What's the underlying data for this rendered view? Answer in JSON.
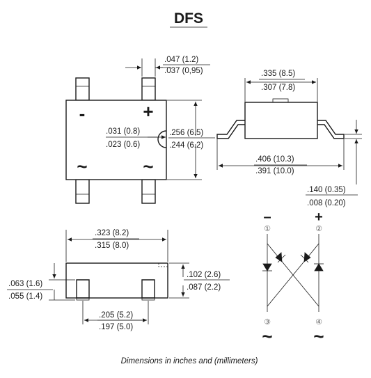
{
  "title": "DFS",
  "caption": "Dimensions in inches and (millimeters)",
  "top_view": {
    "pin_width_max": ".047 (1.2)",
    "pin_width_min": ".037 (0,95)",
    "slot_max": ".031 (0.8)",
    "slot_min": ".023 (0.6)",
    "body_height_max": ".256 (6.5)",
    "body_height_min": ".244 (6.2)",
    "minus_sign": "-",
    "plus_sign": "+",
    "ac_left": "~",
    "ac_right": "~"
  },
  "side_view": {
    "body_width_max": ".335 (8.5)",
    "body_width_min": ".307 (7.8)",
    "lead_span_max": ".406 (10.3)",
    "lead_span_min": ".391 (10.0)",
    "lead_thickness_max": ".140 (0.35)",
    "lead_thickness_min": ".008 (0.20)"
  },
  "front_view": {
    "body_length_max": ".323 (8.2)",
    "body_length_min": ".315 (8.0)",
    "standoff_max": ".063 (1.6)",
    "standoff_min": ".055 (1.4)",
    "height_max": ".102 (2.6)",
    "height_min": ".087 (2.2)",
    "pin_pitch_max": ".205 (5.2)",
    "pin_pitch_min": ".197 (5.0)"
  },
  "schematic": {
    "minus": "–",
    "plus": "+",
    "pin1": "①",
    "pin2": "②",
    "pin3": "③",
    "pin4": "④",
    "ac_left": "~",
    "ac_right": "~"
  }
}
